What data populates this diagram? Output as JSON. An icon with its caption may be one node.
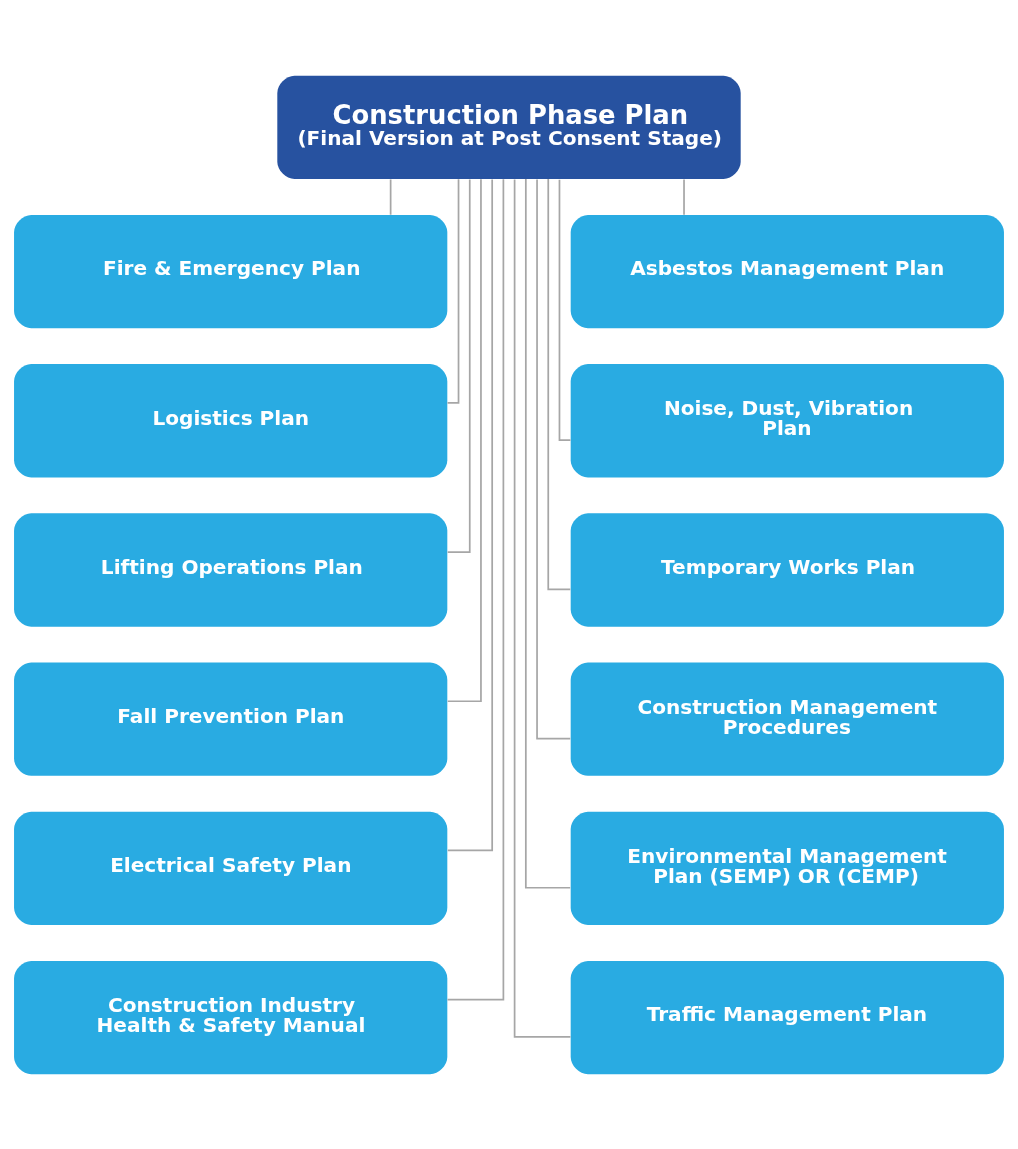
{
  "diagram": {
    "nodes": [
      {
        "text": [
          "Construction Phase Plan",
          "(Final Version at Post Consent Stage)"
        ]
      },
      {
        "text": [
          "Fire & Emergency Plan"
        ]
      },
      {
        "text": [
          "Asbestos Management Plan"
        ]
      },
      {
        "text": [
          "Logistics Plan"
        ]
      },
      {
        "text": [
          "Noise, Dust, Vibration Plan"
        ]
      },
      {
        "text": [
          "Lifting Operations Plan"
        ]
      },
      {
        "text": [
          "Temporary Works Plan"
        ]
      },
      {
        "text": [
          "Fall Prevention Plan"
        ]
      },
      {
        "text": [
          "Construction Management Procedures"
        ]
      },
      {
        "text": [
          "Electrical Safety Plan"
        ]
      },
      {
        "text": [
          "Environmental Management Plan (SEMP) OR (CEMP)"
        ]
      },
      {
        "text": [
          "Construction Industry Health & Safety Manual"
        ]
      },
      {
        "text": [
          "Traffic Management Plan"
        ]
      }
    ],
    "edges": [
      {
        "from": 0,
        "to": 1,
        "arrow": "none"
      },
      {
        "from": 0,
        "to": 2,
        "arrow": "none"
      },
      {
        "from": 0,
        "to": 3,
        "arrow": "none"
      },
      {
        "from": 0,
        "to": 4,
        "arrow": "none"
      },
      {
        "from": 0,
        "to": 5,
        "arrow": "none"
      },
      {
        "from": 0,
        "to": 6,
        "arrow": "none"
      },
      {
        "from": 0,
        "to": 7,
        "arrow": "none"
      },
      {
        "from": 0,
        "to": 8,
        "arrow": "none"
      },
      {
        "from": 0,
        "to": 9,
        "arrow": "none"
      },
      {
        "from": 0,
        "to": 10,
        "arrow": "none"
      },
      {
        "from": 0,
        "to": 11,
        "arrow": "none"
      },
      {
        "from": 0,
        "to": 12,
        "arrow": "none"
      }
    ]
  }
}
